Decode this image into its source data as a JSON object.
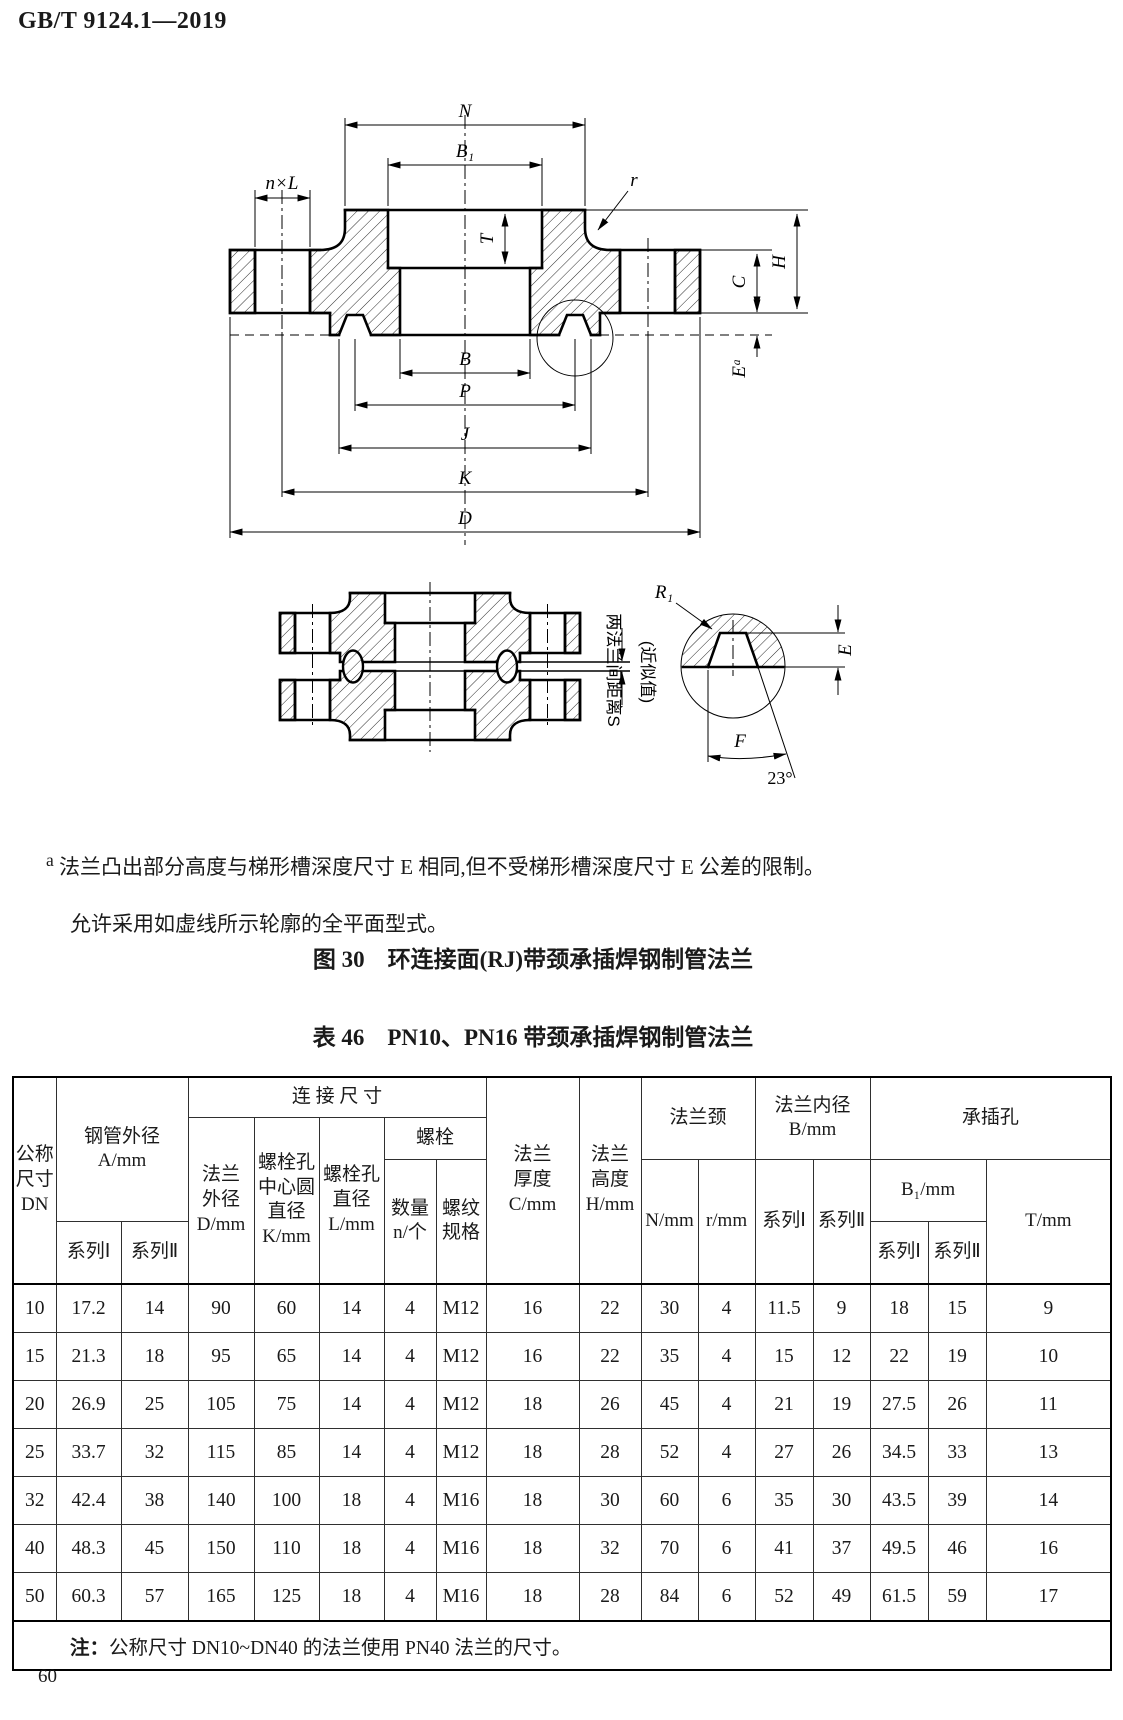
{
  "page": {
    "standard_code": "GB/T 9124.1—2019",
    "page_number": "60"
  },
  "figure": {
    "caption": "图 30　环连接面(RJ)带颈承插焊钢制管法兰",
    "footnote_marker": "a",
    "footnote_line1": "法兰凸出部分高度与梯形槽深度尺寸 E 相同,但不受梯形槽深度尺寸 E 公差的限制。",
    "footnote_line2": "允许采用如虚线所示轮廓的全平面型式。",
    "dims": {
      "N": "N",
      "B1": "B₁",
      "nxL": "n×L",
      "r": "r",
      "T": "T",
      "H": "H",
      "C": "C",
      "Ea": "Eᵃ",
      "B": "B",
      "P": "P",
      "J": "J",
      "K": "K",
      "D": "D",
      "R1": "R₁",
      "E": "E",
      "F": "F",
      "angle23": "23°",
      "gap_label": "两法兰间距离S",
      "gap_note": "(近似值)"
    }
  },
  "table": {
    "caption": "表 46　PN10、PN16 带颈承插焊钢制管法兰",
    "headers": {
      "dn": "公称\n尺寸\nDN",
      "pipe_od": "钢管外径\nA/mm",
      "series1": "系列Ⅰ",
      "series2": "系列Ⅱ",
      "connection": "连 接 尺 寸",
      "flange_od": "法兰\n外径\nD/mm",
      "bolt_circle": "螺栓孔\n中心圆\n直径\nK/mm",
      "bolt_hole": "螺栓孔\n直径\nL/mm",
      "bolts": "螺栓",
      "qty": "数量\nn/个",
      "thread": "螺纹\n规格",
      "thickness": "法兰\n厚度\nC/mm",
      "height": "法兰\n高度\nH/mm",
      "neck": "法兰颈",
      "n_mm": "N/mm",
      "r_mm": "r/mm",
      "bore": "法兰内径\nB/mm",
      "socket": "承插孔",
      "b1_mm": "B₁/mm",
      "t_mm": "T/mm"
    },
    "rows": [
      [
        "10",
        "17.2",
        "14",
        "90",
        "60",
        "14",
        "4",
        "M12",
        "16",
        "22",
        "30",
        "4",
        "11.5",
        "9",
        "18",
        "15",
        "9"
      ],
      [
        "15",
        "21.3",
        "18",
        "95",
        "65",
        "14",
        "4",
        "M12",
        "16",
        "22",
        "35",
        "4",
        "15",
        "12",
        "22",
        "19",
        "10"
      ],
      [
        "20",
        "26.9",
        "25",
        "105",
        "75",
        "14",
        "4",
        "M12",
        "18",
        "26",
        "45",
        "4",
        "21",
        "19",
        "27.5",
        "26",
        "11"
      ],
      [
        "25",
        "33.7",
        "32",
        "115",
        "85",
        "14",
        "4",
        "M12",
        "18",
        "28",
        "52",
        "4",
        "27",
        "26",
        "34.5",
        "33",
        "13"
      ],
      [
        "32",
        "42.4",
        "38",
        "140",
        "100",
        "18",
        "4",
        "M16",
        "18",
        "30",
        "60",
        "6",
        "35",
        "30",
        "43.5",
        "39",
        "14"
      ],
      [
        "40",
        "48.3",
        "45",
        "150",
        "110",
        "18",
        "4",
        "M16",
        "18",
        "32",
        "70",
        "6",
        "41",
        "37",
        "49.5",
        "46",
        "16"
      ],
      [
        "50",
        "60.3",
        "57",
        "165",
        "125",
        "18",
        "4",
        "M16",
        "18",
        "28",
        "84",
        "6",
        "52",
        "49",
        "61.5",
        "59",
        "17"
      ]
    ],
    "note_prefix": "注：",
    "note_text": "公称尺寸 DN10~DN40 的法兰使用 PN40 法兰的尺寸。"
  }
}
